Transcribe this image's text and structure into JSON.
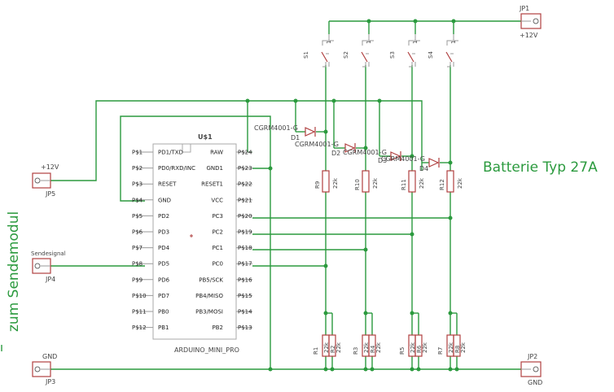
{
  "title_label": "Batterie Typ 27A",
  "side_label": "zum Sendemodul",
  "ic": {
    "name": "U$1",
    "part": "ARDUINO_MINI_PRO",
    "left_pads": [
      "P$1",
      "P$2",
      "P$3",
      "P$4",
      "P$5",
      "P$6",
      "P$7",
      "P$8",
      "P$9",
      "P$10",
      "P$11",
      "P$12"
    ],
    "left_names": [
      "PD1/TXD",
      "PD0/RXD/INC",
      "RESET",
      "GND",
      "PD2",
      "PD3",
      "PD4",
      "PD5",
      "PD6",
      "PD7",
      "PB0",
      "PB1"
    ],
    "right_pads": [
      "P$24",
      "P$23",
      "P$22",
      "P$21",
      "P$20",
      "P$19",
      "P$18",
      "P$17",
      "P$16",
      "P$15",
      "P$14",
      "P$13"
    ],
    "right_names": [
      "RAW",
      "GND1",
      "RESET1",
      "VCC",
      "PC3",
      "PC2",
      "PC1",
      "PC0",
      "PB5/SCK",
      "PB4/MISO",
      "PB3/MOSI",
      "PB2"
    ]
  },
  "connectors": {
    "jp1": {
      "name": "JP1",
      "value": "+12V"
    },
    "jp2": {
      "name": "JP2",
      "value": "GND"
    },
    "jp3": {
      "name": "JP3",
      "value": "GND"
    },
    "jp4": {
      "name": "JP4",
      "value": "Sendesignal"
    },
    "jp5": {
      "name": "JP5",
      "value": "+12V"
    }
  },
  "switches": [
    "S1",
    "S2",
    "S3",
    "S4"
  ],
  "diodes": {
    "names": [
      "D1",
      "D2",
      "D3",
      "D4"
    ],
    "values": [
      "CGRM4001-G",
      "CGRM4001-G",
      "CGRM4001-G",
      "CGRM4001-G"
    ]
  },
  "resistors_top": {
    "names": [
      "R9",
      "R10",
      "R11",
      "R12"
    ],
    "value": "22k"
  },
  "resistors_bottom": {
    "names": [
      "R1",
      "R2",
      "R3",
      "R4",
      "R5",
      "R6",
      "R7",
      "R8"
    ],
    "value": "22k"
  }
}
